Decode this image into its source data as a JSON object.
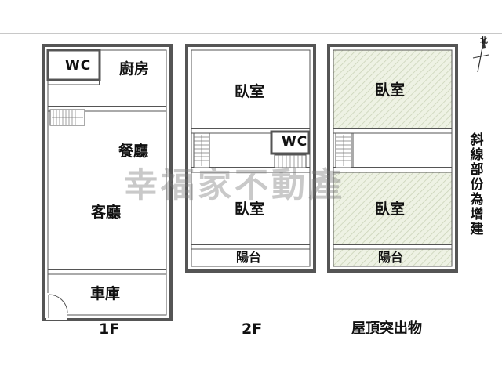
{
  "floors": {
    "f1": {
      "label": "1F",
      "rooms": {
        "wc": "WC",
        "kitchen": "廚房",
        "dining": "餐廳",
        "living": "客廳",
        "garage": "車庫"
      }
    },
    "f2": {
      "label": "2F",
      "rooms": {
        "bedroom_top": "臥室",
        "wc": "WC",
        "bedroom_bottom": "臥室",
        "balcony": "陽台"
      }
    },
    "roof": {
      "label": "屋頂突出物",
      "rooms": {
        "bedroom_top": "臥室",
        "bedroom_bottom": "臥室",
        "balcony": "陽台"
      }
    }
  },
  "note": "斜線部份為增建",
  "watermark": "幸福家不動產",
  "compass": {
    "label": "北"
  },
  "colors": {
    "wall": "#555555",
    "hatch_fill": "#eef2e4",
    "hatch_line": "#c9d2b6",
    "watermark": "#8a8a8a"
  }
}
